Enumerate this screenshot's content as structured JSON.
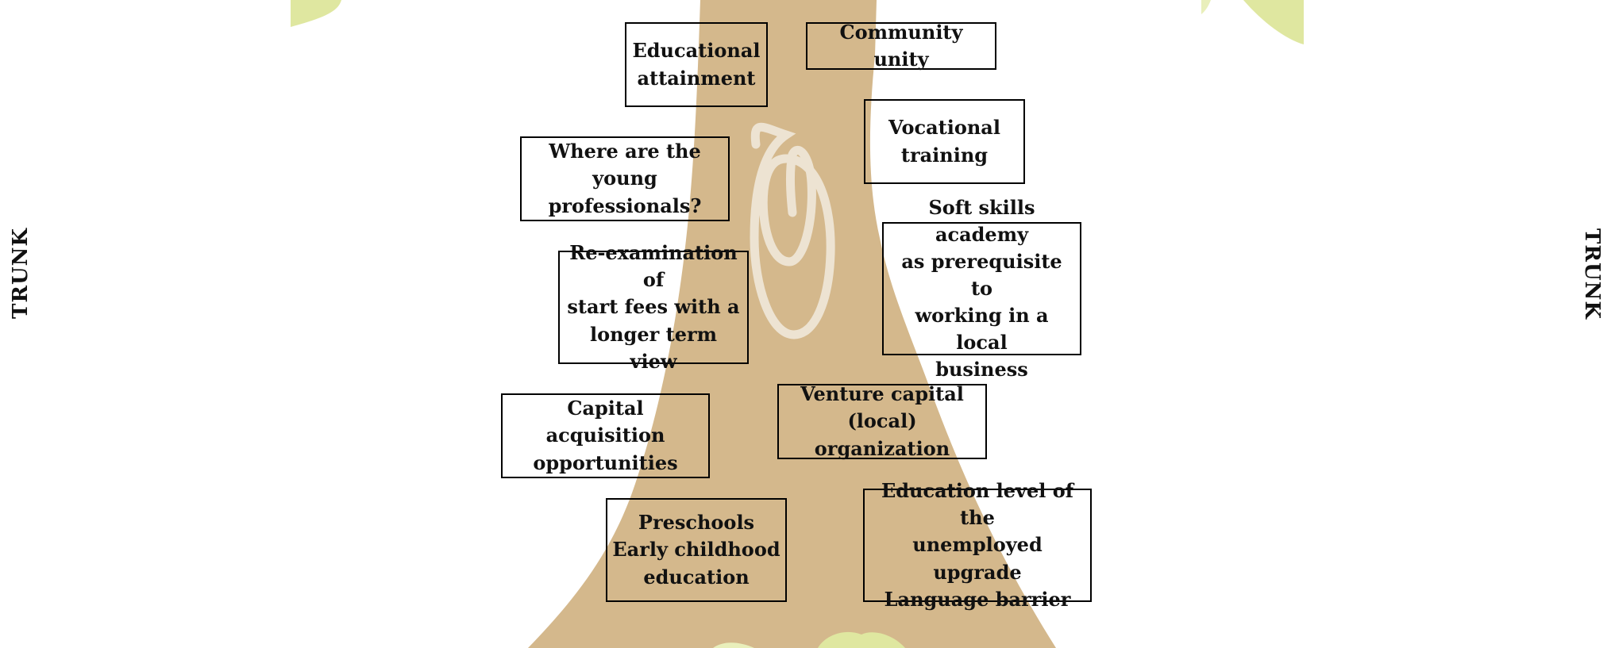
{
  "labels": {
    "trunk_left": "TRUNK",
    "trunk_right": "TRUNK"
  },
  "boxes": {
    "educational_attainment": "Educational\nattainment",
    "community_unity": "Community unity",
    "vocational_training": "Vocational\ntraining",
    "young_professionals": "Where are the\nyoung professionals?",
    "soft_skills": "Soft skills academy\nas prerequisite to\nworking in a local\nbusiness",
    "start_fees": "Re-examination of\nstart fees with  a\nlonger term view",
    "capital_acquisition": "Capital acquisition\nopportunities",
    "venture_capital": "Venture capital\n(local) organization",
    "preschools": "Preschools\nEarly childhood\neducation",
    "education_level": "Education level of the\nunemployed upgrade\nLanguage barrier"
  },
  "colors": {
    "trunk": "#d4b88c",
    "spiral": "#ede3d2",
    "leaf": "#dfe7a0",
    "leaf_light": "#e9efbb",
    "border": "#000000",
    "text": "#111111"
  }
}
